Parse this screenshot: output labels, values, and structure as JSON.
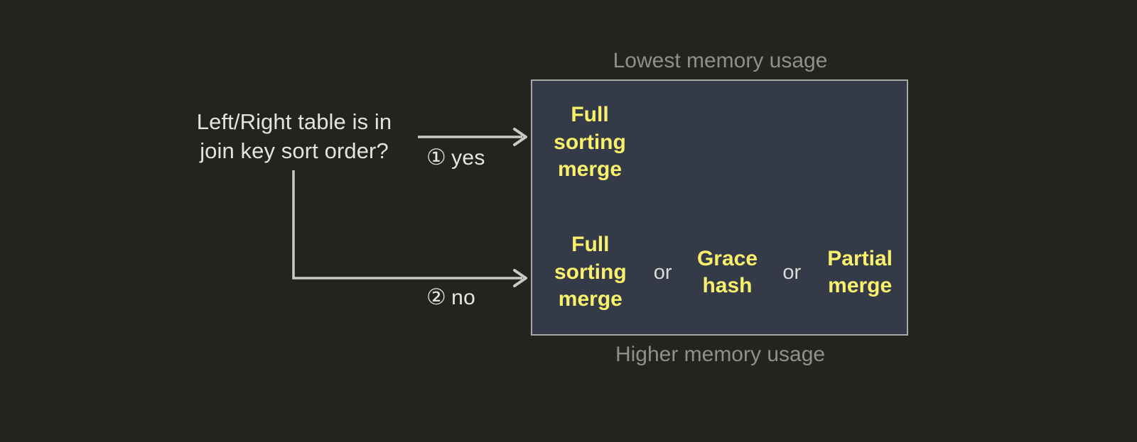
{
  "diagram": {
    "title_hidden": "",
    "background_color": "#24241f",
    "question": {
      "text": "Left/Right table is in\njoin key sort order?"
    },
    "branches": [
      {
        "marker": "①",
        "label": "yes",
        "name": "yes"
      },
      {
        "marker": "②",
        "label": "no",
        "name": "no"
      }
    ],
    "captions": {
      "top": "Lowest memory usage",
      "bottom": "Higher memory usage"
    },
    "box": {
      "fill_color": "#343a47",
      "border_color": "#a8a8a4",
      "accent_color": "#f9f16b",
      "separator_label": "or",
      "rows": [
        {
          "name": "sorted-branch-result",
          "options": [
            {
              "label": "Full\nsorting\nmerge"
            }
          ]
        },
        {
          "name": "unsorted-branch-result",
          "options": [
            {
              "label": "Full\nsorting\nmerge"
            },
            {
              "label": "Grace\nhash"
            },
            {
              "label": "Partial\nmerge"
            }
          ]
        }
      ]
    }
  }
}
